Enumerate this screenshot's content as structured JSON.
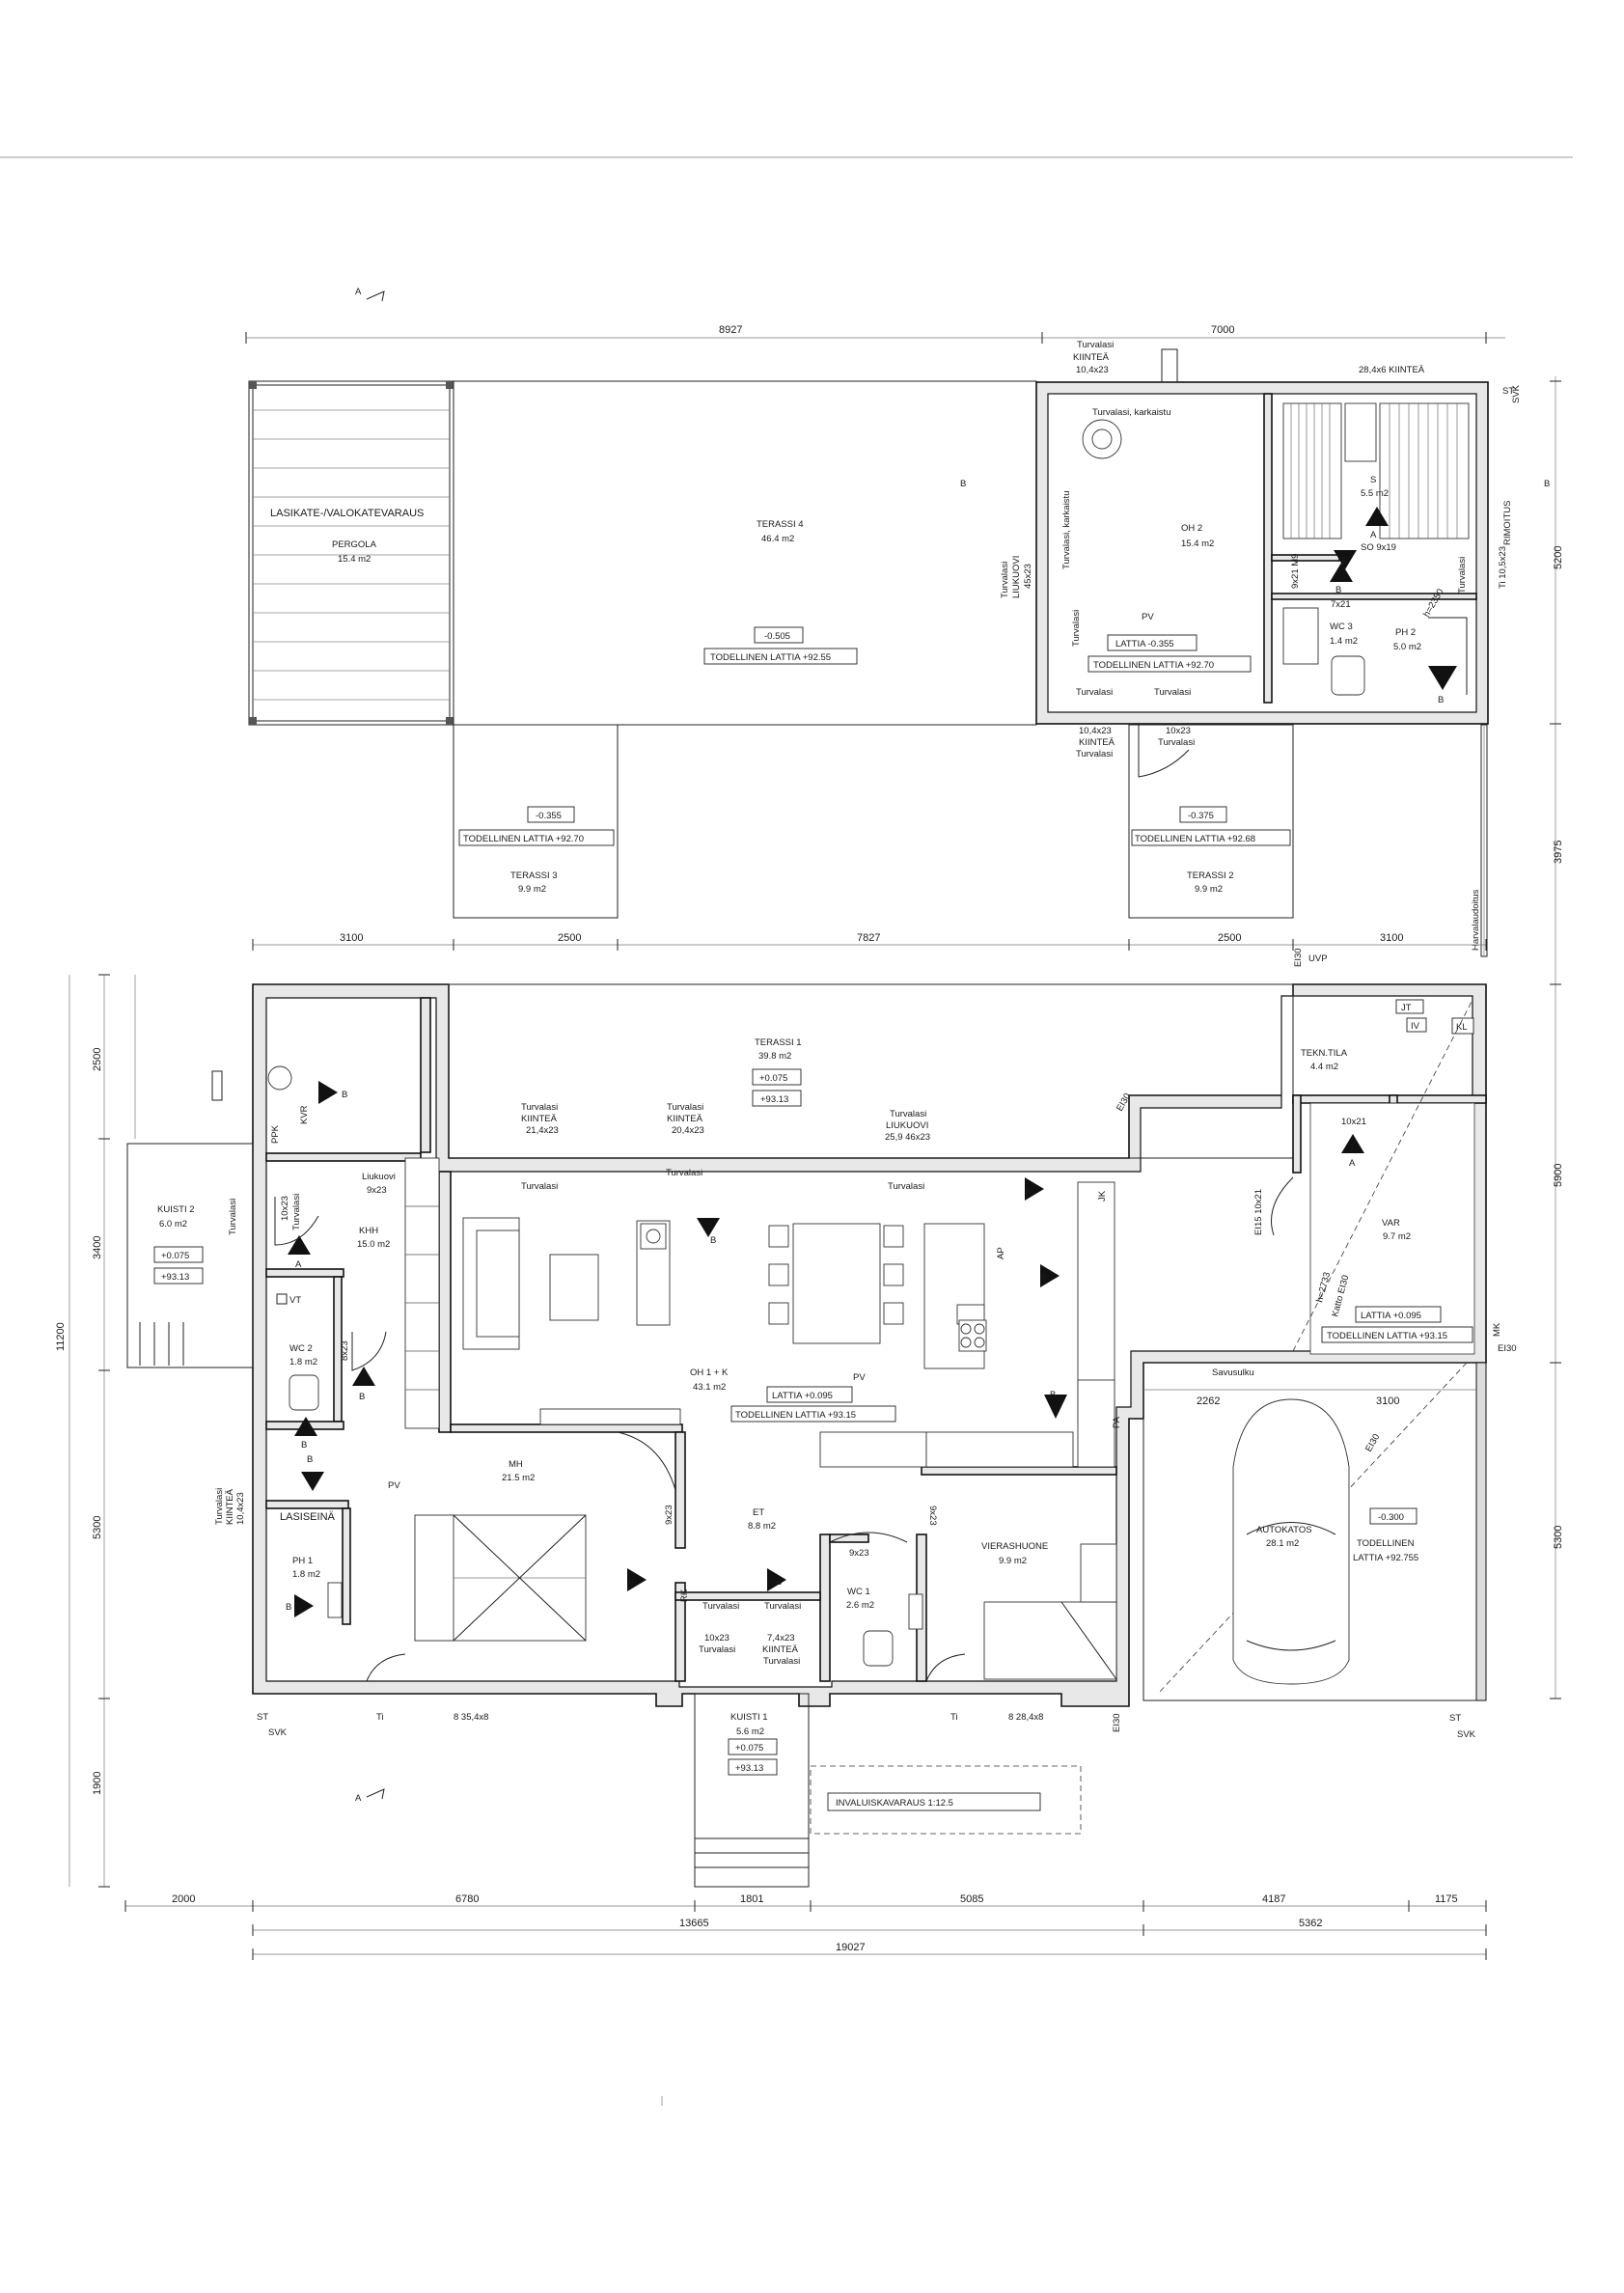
{
  "pergola": {
    "title": "LASIKATE-/VALOKATEVARAUS",
    "name": "PERGOLA",
    "area": "15.4 m2"
  },
  "terassi4": {
    "name": "TERASSI 4",
    "area": "46.4 m2",
    "level": "-0.505",
    "floor": "TODELLINEN LATTIA +92.55"
  },
  "terassi3": {
    "name": "TERASSI 3",
    "area": "9.9 m2",
    "level": "-0.355",
    "floor": "TODELLINEN LATTIA +92.70"
  },
  "terassi2": {
    "name": "TERASSI 2",
    "area": "9.9 m2",
    "level": "-0.375",
    "floor": "TODELLINEN LATTIA +92.68"
  },
  "terassi1": {
    "name": "TERASSI 1",
    "area": "39.8 m2",
    "level": "+0.075",
    "floor": "+93.13"
  },
  "oh2": {
    "name": "OH 2",
    "area": "15.4 m2",
    "pv": "PV",
    "level": "LATTIA -0.355",
    "floor": "TODELLINEN LATTIA +92.70"
  },
  "sauna": {
    "s": "S",
    "area": "5.5 m2",
    "so": "SO 9x19",
    "a": "A"
  },
  "wc3": {
    "name": "WC 3",
    "area": "1.4 m2"
  },
  "ph2": {
    "name": "PH 2",
    "area": "5.0 m2"
  },
  "oh1": {
    "name": "OH 1 + K",
    "area": "43.1 m2",
    "pv": "PV",
    "level": "LATTIA +0.095",
    "floor": "TODELLINEN LATTIA +93.15"
  },
  "khh": {
    "name": "KHH",
    "area": "15.0 m2",
    "door": "Liukuovi",
    "door_size": "9x23"
  },
  "wc2": {
    "name": "WC 2",
    "area": "1.8 m2",
    "door": "8x23"
  },
  "ph1": {
    "name": "PH 1",
    "area": "1.8 m2"
  },
  "mh": {
    "name": "MH",
    "area": "21.5 m2",
    "pv": "PV"
  },
  "et": {
    "name": "ET",
    "area": "8.8 m2",
    "door": "9x23"
  },
  "wc1": {
    "name": "WC 1",
    "area": "2.6 m2",
    "door": "9x23"
  },
  "vierashuone": {
    "name": "VIERASHUONE",
    "area": "9.9 m2",
    "door": "9x23"
  },
  "tekn": {
    "name": "TEKN.TILA",
    "area": "4.4 m2",
    "jt": "JT",
    "iv": "IV",
    "kl": "KL",
    "door": "10x21"
  },
  "var": {
    "name": "VAR",
    "area": "9.7 m2",
    "level": "LATTIA +0.095",
    "floor": "TODELLINEN LATTIA +93.15",
    "door": "EI15 10x21"
  },
  "autokatos": {
    "name": "AUTOKATOS",
    "area": "28.1 m2",
    "level": "-0.300",
    "floor1": "TODELLINEN",
    "floor2": "LATTIA +92.755",
    "savusulku": "Savusulku"
  },
  "kuisti1": {
    "name": "KUISTI 1",
    "area": "5.6 m2",
    "level": "+0.075",
    "floor": "+93.13"
  },
  "kuisti2": {
    "name": "KUISTI 2",
    "area": "6.0 m2",
    "level": "+0.075",
    "floor": "+93.13"
  },
  "invaluiska": "INVALUISKAVARAUS 1:12.5",
  "labels": {
    "turvalasi": "Turvalasi",
    "kiintea": "KIINTEÄ",
    "liukuovi": "LIUKUOVI",
    "karkaistu": "Turvalasi, karkaistu",
    "w1": "21,4x23",
    "w2": "20,4x23",
    "w3": "25,9 46x23",
    "w_top": "10,4x23",
    "w_top2": "28,4x6 KIINTEÄ",
    "w_mid1": "10,4x23",
    "w_mid2": "10x23",
    "w_liuk": "45x23",
    "w_k1a": "10x23",
    "w_k1b": "7,4x23",
    "w_khh": "10x23",
    "w_ph1": "10,4x23",
    "lasiseina": "LASISEINÄ",
    "harvalaudoitus": "Harvalaudoitus",
    "ppk": "PPK",
    "kvr": "KVR",
    "jk": "JK",
    "ap": "AP",
    "pa": "PA",
    "rk": "RK",
    "vt": "VT",
    "st": "ST",
    "svk": "SVK",
    "ti": "Ti",
    "ti_left": "8 35,4x8",
    "ti_right": "8 28,4x8",
    "ti_top": "Ti 10,5x23",
    "ei30": "EI30",
    "mk": "MK",
    "uvp": "UVP",
    "kattoEI30": "Katto EI30",
    "h2733": "h=2733",
    "h2350": "h=2350",
    "d7x21": "7x21",
    "d9x21": "9x21 M9",
    "rimoitus": "RIMOITUS",
    "a": "A",
    "b": "B"
  },
  "dims": {
    "top1": "8927",
    "top2": "7000",
    "mid": [
      "3100",
      "2500",
      "7827",
      "2500",
      "3100"
    ],
    "autokatos": [
      "2262",
      "3100"
    ],
    "left": [
      "2500",
      "3400",
      "11200",
      "5300",
      "1900"
    ],
    "right": [
      "5200",
      "3975",
      "5900",
      "5300"
    ],
    "bottom1": [
      "2000",
      "6780",
      "1801",
      "5085",
      "4187",
      "1175"
    ],
    "bottom2": [
      "13665",
      "5362"
    ],
    "total": "19027"
  }
}
